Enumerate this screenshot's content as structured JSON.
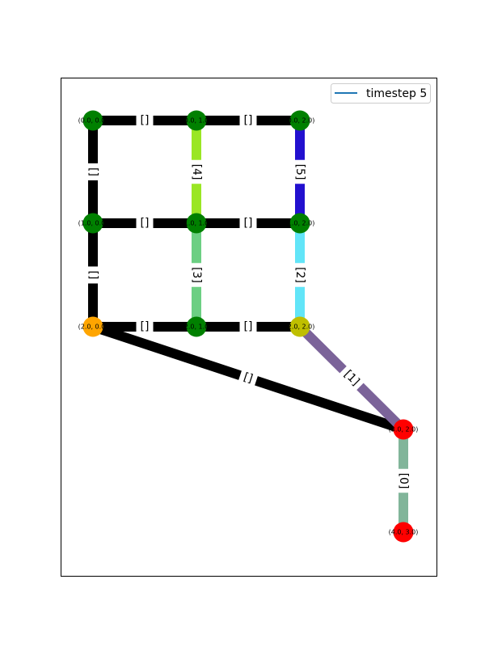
{
  "legend": {
    "label": "timestep 5",
    "line_color": "#1f77b4"
  },
  "nodes": [
    {
      "id": "n00",
      "label": "(0.0, 0.0)",
      "color": "#008000"
    },
    {
      "id": "n01",
      "label": "(0.0, 1.0)",
      "color": "#008000"
    },
    {
      "id": "n02",
      "label": "(0.0, 2.0)",
      "color": "#008000"
    },
    {
      "id": "n10",
      "label": "(1.0, 0.0)",
      "color": "#008000"
    },
    {
      "id": "n11",
      "label": "(1.0, 1.0)",
      "color": "#008000"
    },
    {
      "id": "n12",
      "label": "(1.0, 2.0)",
      "color": "#008000"
    },
    {
      "id": "n20",
      "label": "(2.0, 0.0)",
      "color": "#ffa500"
    },
    {
      "id": "n21",
      "label": "(2.0, 1.0)",
      "color": "#008000"
    },
    {
      "id": "n22",
      "label": "(2.0, 2.0)",
      "color": "#bfbf00"
    },
    {
      "id": "n32",
      "label": "(3.0, 2.0)",
      "color": "#ff0000"
    },
    {
      "id": "n42",
      "label": "(4.0, 3.0)",
      "color": "#ff0000"
    }
  ],
  "edges": [
    {
      "from": "n00",
      "to": "n01",
      "label": "[]",
      "color": "#000000"
    },
    {
      "from": "n01",
      "to": "n02",
      "label": "[]",
      "color": "#000000"
    },
    {
      "from": "n10",
      "to": "n11",
      "label": "[]",
      "color": "#000000"
    },
    {
      "from": "n11",
      "to": "n12",
      "label": "[]",
      "color": "#000000"
    },
    {
      "from": "n20",
      "to": "n21",
      "label": "[]",
      "color": "#000000"
    },
    {
      "from": "n21",
      "to": "n22",
      "label": "[]",
      "color": "#000000"
    },
    {
      "from": "n00",
      "to": "n10",
      "label": "[]",
      "color": "#000000"
    },
    {
      "from": "n10",
      "to": "n20",
      "label": "[]",
      "color": "#000000"
    },
    {
      "from": "n01",
      "to": "n11",
      "label": "[4]",
      "color": "#9ae624"
    },
    {
      "from": "n11",
      "to": "n21",
      "label": "[3]",
      "color": "#6ccf83"
    },
    {
      "from": "n02",
      "to": "n12",
      "label": "[5]",
      "color": "#2210cf"
    },
    {
      "from": "n12",
      "to": "n22",
      "label": "[2]",
      "color": "#62e5f8"
    },
    {
      "from": "n20",
      "to": "n32",
      "label": "[]",
      "color": "#000000"
    },
    {
      "from": "n22",
      "to": "n32",
      "label": "[1]",
      "color": "#7b6399"
    },
    {
      "from": "n32",
      "to": "n42",
      "label": "[0]",
      "color": "#81b59a"
    }
  ]
}
